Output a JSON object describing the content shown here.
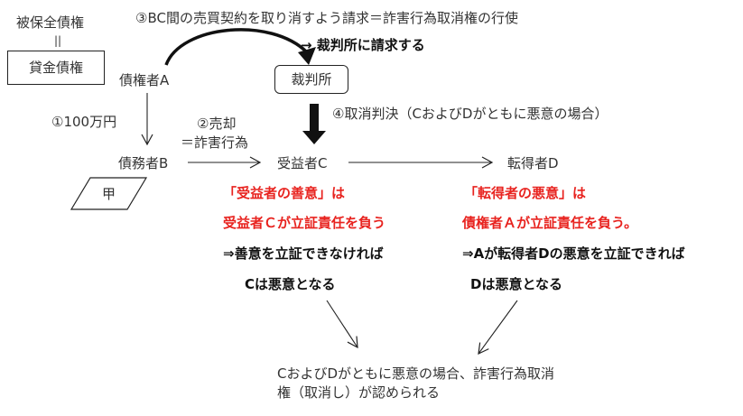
{
  "diagram": {
    "protected_claim_label": "被保全債権",
    "equals_symbol": "||",
    "loan_claim_box": "貸金債権",
    "creditor_a": "債権者A",
    "court_box": "裁判所",
    "step3_label": "③BC間の売買契約を取り消すよう請求＝詐害行為取消権の行使",
    "request_to_court": "→ 裁判所に請求する",
    "step1_label": "①100万円",
    "step2_label_line1": "②売却",
    "step2_label_line2": "＝詐害行為",
    "step4_label": "④取消判決（CおよびDがともに悪意の場合）",
    "debtor_b": "債務者B",
    "property_label": "甲",
    "beneficiary_c": "受益者C",
    "transferee_d": "転得者D",
    "c_note": {
      "red_line1": "「受益者の善意」は",
      "red_line2": "受益者Ｃが立証責任を負う",
      "line3": "⇒善意を立証できなければ",
      "line4": "Cは悪意となる"
    },
    "d_note": {
      "red_line1": "「転得者の悪意」は",
      "red_line2": "債権者Ａが立証責任を負う。",
      "line3": "⇒Aが転得者Dの悪意を立証できれば",
      "line4": "Dは悪意となる"
    },
    "conclusion_line1": "CおよびDがともに悪意の場合、詐害行為取消",
    "conclusion_line2": "権（取消し）が認められる"
  },
  "colors": {
    "emphasis_red": "#e8231f"
  }
}
